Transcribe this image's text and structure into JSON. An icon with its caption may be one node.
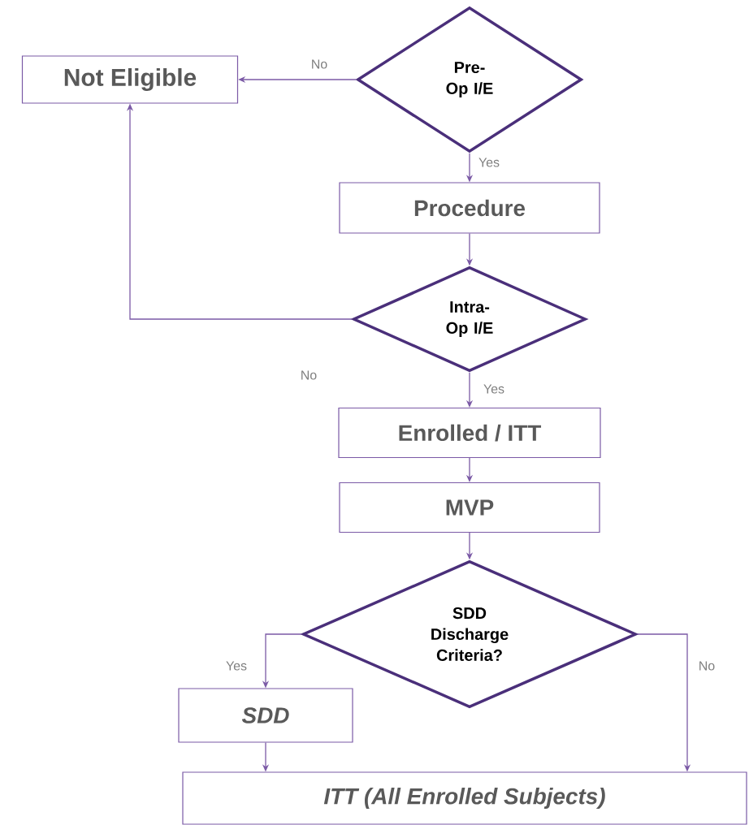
{
  "diagram": {
    "nodes": [
      {
        "text": [
          "Not Eligible"
        ]
      },
      {
        "text": [
          "Pre- Op I/E"
        ]
      },
      {
        "text": [
          "Procedure"
        ]
      },
      {
        "text": [
          "Intra- Op I/E"
        ]
      },
      {
        "text": [
          "Enrolled / ITT"
        ]
      },
      {
        "text": [
          "MVP"
        ]
      },
      {
        "text": [
          "SDD Discharge Criteria?"
        ]
      },
      {
        "text": [
          "SDD"
        ]
      },
      {
        "text": [
          "ITT (All Enrolled Subjects)"
        ]
      }
    ],
    "edges": [
      {
        "from": 1,
        "to": 0,
        "arrow": "to",
        "label": "No"
      },
      {
        "from": 1,
        "to": 2,
        "arrow": "to",
        "label": "Yes"
      },
      {
        "from": 2,
        "to": 3,
        "arrow": "to"
      },
      {
        "from": 3,
        "to": 0,
        "arrow": "to",
        "label": "No"
      },
      {
        "from": 3,
        "to": 4,
        "arrow": "to",
        "label": "Yes"
      },
      {
        "from": 4,
        "to": 5,
        "arrow": "to"
      },
      {
        "from": 5,
        "to": 6,
        "arrow": "to"
      },
      {
        "from": 6,
        "to": 7,
        "arrow": "to",
        "label": "Yes"
      },
      {
        "from": 7,
        "to": 8,
        "arrow": "to"
      },
      {
        "from": 6,
        "to": 8,
        "arrow": "to",
        "label": "No"
      }
    ]
  }
}
